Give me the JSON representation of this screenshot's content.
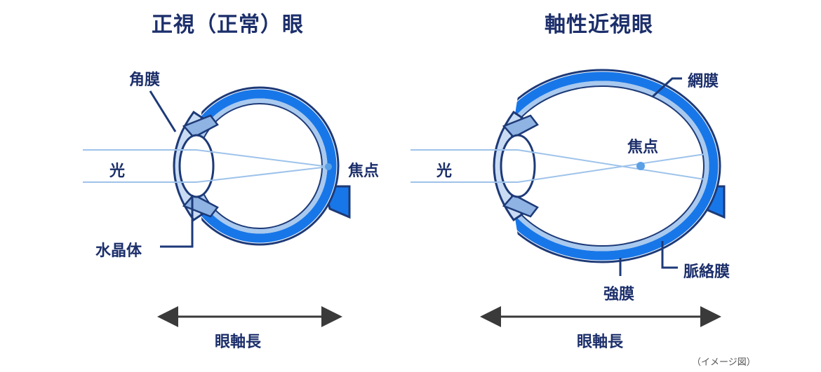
{
  "titles": {
    "normal": "正視（正常）眼",
    "myopic": "軸性近視眼"
  },
  "labels": {
    "cornea": "角膜",
    "light_left": "光",
    "focus_left": "焦点",
    "lens": "水晶体",
    "axial_left": "眼軸長",
    "retina": "網膜",
    "light_right": "光",
    "focus_right": "焦点",
    "choroid": "脈絡膜",
    "sclera": "強膜",
    "axial_right": "眼軸長"
  },
  "note": "（イメージ図）",
  "colors": {
    "text": "#1c2f6b",
    "dark_outline": "#1d3a78",
    "sclera_blue": "#1877e8",
    "choroid_light": "#a9c9ee",
    "cornea_light": "#c9dcf4",
    "light_ray": "#9ec3ea",
    "focus_dot": "#5aa0e6",
    "arrow": "#3a3a3a"
  }
}
